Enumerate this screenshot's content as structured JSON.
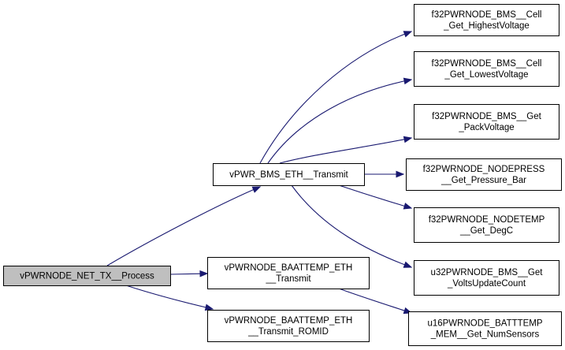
{
  "nodes": [
    {
      "id": "net_tx_process",
      "lines": [
        "vPWRNODE_NET_TX__Process"
      ],
      "root": true
    },
    {
      "id": "bms_eth_transmit",
      "lines": [
        "vPWR_BMS_ETH__Transmit"
      ]
    },
    {
      "id": "baattemp_eth_transmit",
      "lines": [
        "vPWRNODE_BAATTEMP_ETH",
        "__Transmit"
      ]
    },
    {
      "id": "baattemp_eth_transmit_romid",
      "lines": [
        "vPWRNODE_BAATTEMP_ETH",
        "__Transmit_ROMID"
      ]
    },
    {
      "id": "cell_highest",
      "lines": [
        "f32PWRNODE_BMS__Cell",
        "_Get_HighestVoltage"
      ]
    },
    {
      "id": "cell_lowest",
      "lines": [
        "f32PWRNODE_BMS__Cell",
        "_Get_LowestVoltage"
      ]
    },
    {
      "id": "pack_voltage",
      "lines": [
        "f32PWRNODE_BMS__Get",
        "_PackVoltage"
      ]
    },
    {
      "id": "pressure_bar",
      "lines": [
        "f32PWRNODE_NODEPRESS",
        "__Get_Pressure_Bar"
      ]
    },
    {
      "id": "degc",
      "lines": [
        "f32PWRNODE_NODETEMP",
        "__Get_DegC"
      ]
    },
    {
      "id": "volts_update_count",
      "lines": [
        "u32PWRNODE_BMS__Get",
        "_VoltsUpdateCount"
      ]
    },
    {
      "id": "num_sensors",
      "lines": [
        "u16PWRNODE_BATTTEMP",
        "_MEM__Get_NumSensors"
      ]
    }
  ],
  "edges": [
    {
      "from": "net_tx_process",
      "to": "bms_eth_transmit"
    },
    {
      "from": "net_tx_process",
      "to": "baattemp_eth_transmit"
    },
    {
      "from": "net_tx_process",
      "to": "baattemp_eth_transmit_romid"
    },
    {
      "from": "bms_eth_transmit",
      "to": "cell_highest"
    },
    {
      "from": "bms_eth_transmit",
      "to": "cell_lowest"
    },
    {
      "from": "bms_eth_transmit",
      "to": "pack_voltage"
    },
    {
      "from": "bms_eth_transmit",
      "to": "pressure_bar"
    },
    {
      "from": "bms_eth_transmit",
      "to": "degc"
    },
    {
      "from": "bms_eth_transmit",
      "to": "volts_update_count"
    },
    {
      "from": "baattemp_eth_transmit",
      "to": "num_sensors"
    }
  ]
}
